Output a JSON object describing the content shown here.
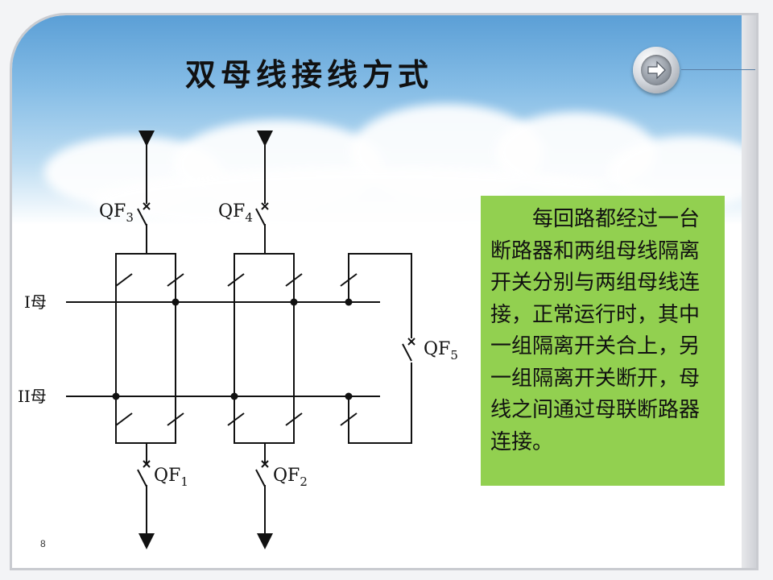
{
  "title": "双母线接线方式",
  "page_number": "8",
  "navigation": {
    "next_icon": "right-arrow-icon"
  },
  "diagram": {
    "bus_labels": {
      "bus1": "I母",
      "bus2": "II母"
    },
    "breakers": {
      "qf1": {
        "base": "QF",
        "sub": "1"
      },
      "qf2": {
        "base": "QF",
        "sub": "2"
      },
      "qf3": {
        "base": "QF",
        "sub": "3"
      },
      "qf4": {
        "base": "QF",
        "sub": "4"
      },
      "qf5": {
        "base": "QF",
        "sub": "5"
      }
    }
  },
  "description": "每回路都经过一台断路器和两组母线隔离开关分别与两组母线连接，正常运行时，其中一组隔离开关合上，另一组隔离开关断开，母线之间通过母联断路器连接。",
  "colors": {
    "info_box": "#92d050",
    "sky": "#86bde6",
    "frame": "#c9cbd0"
  }
}
